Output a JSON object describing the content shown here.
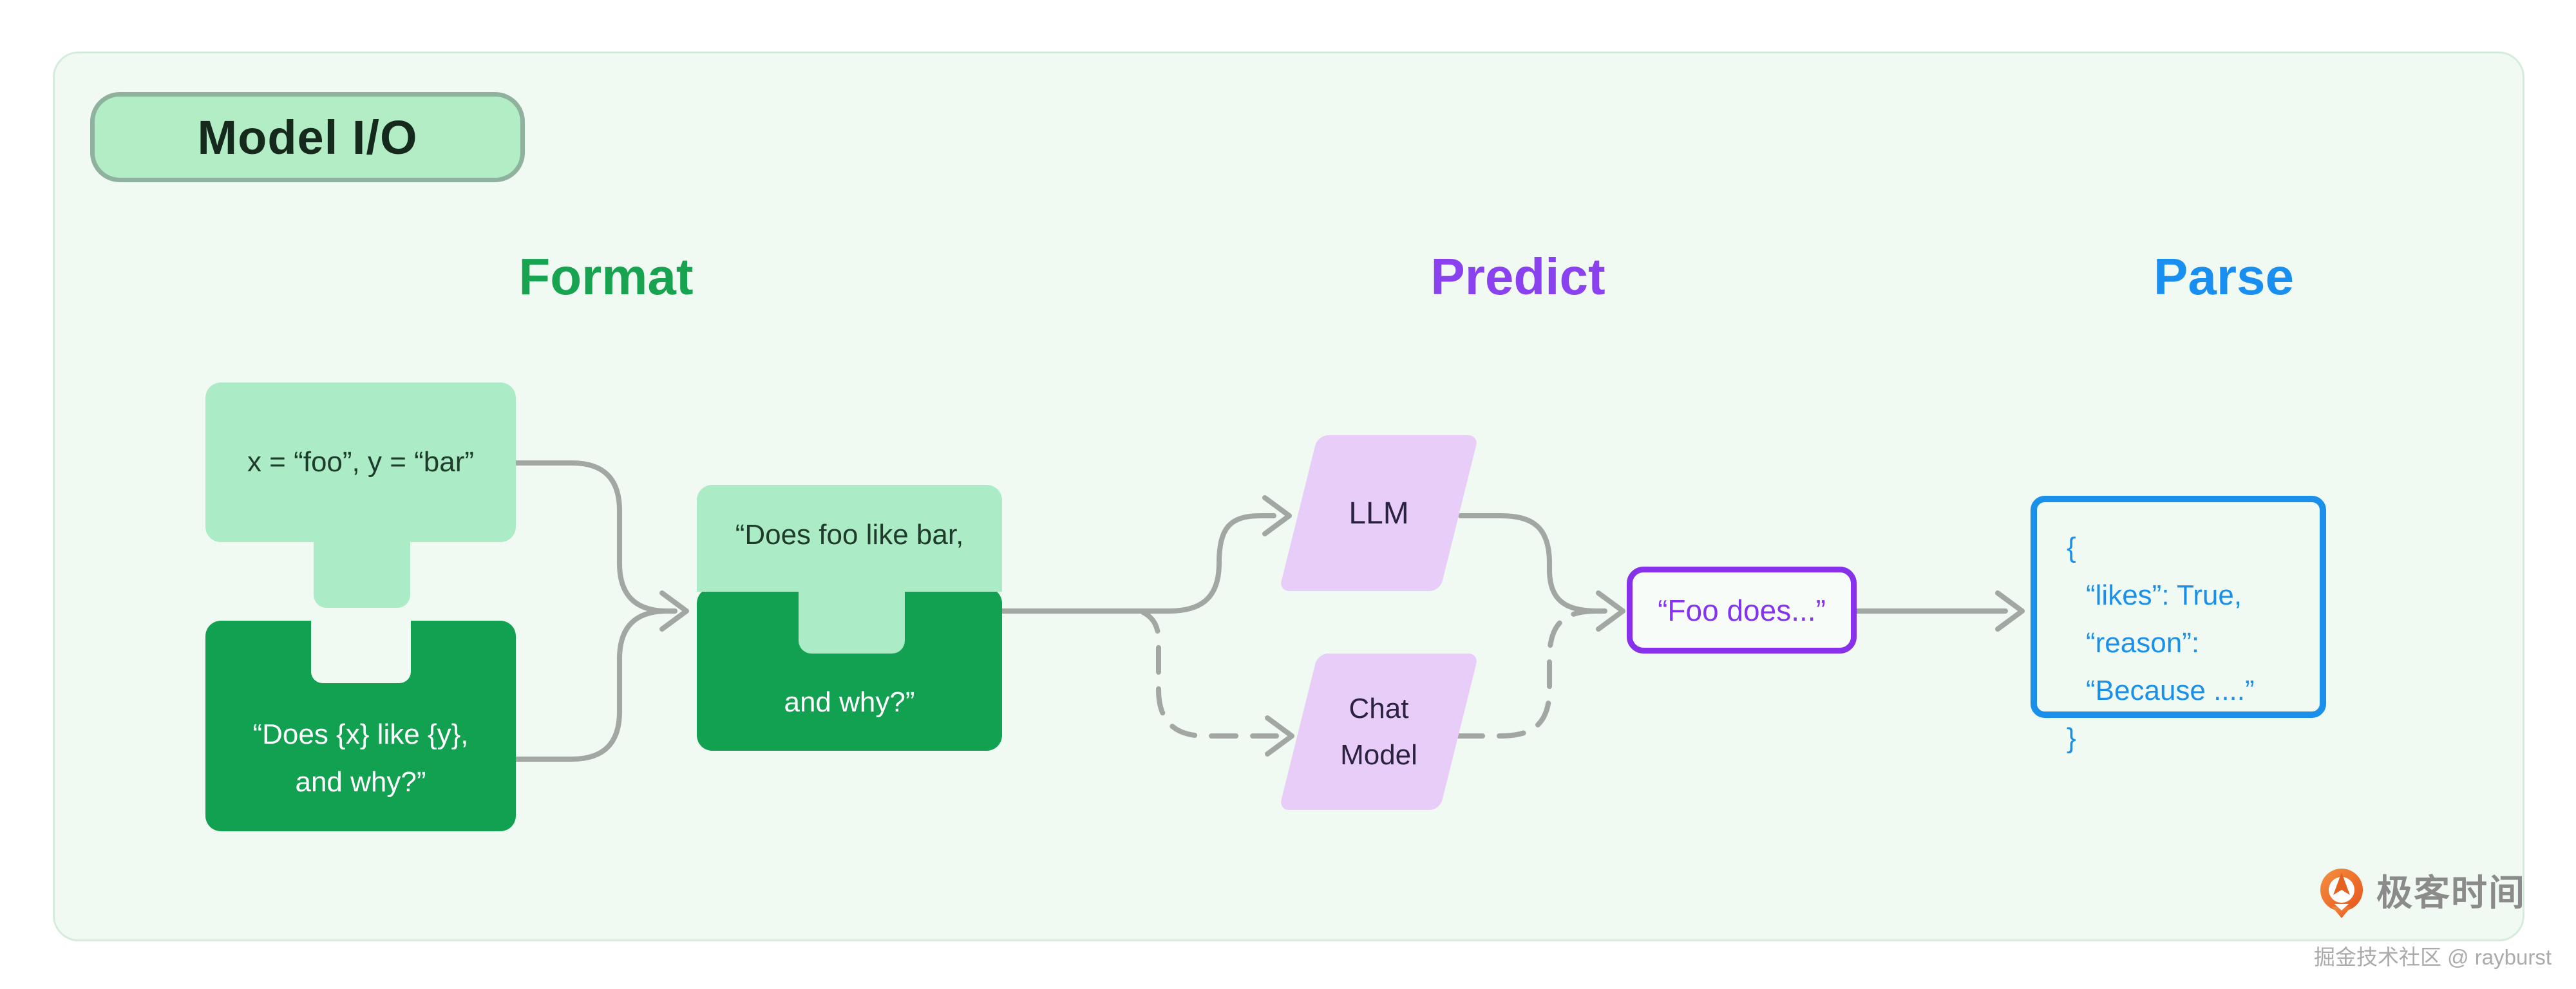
{
  "card": {
    "bg": "#f0faf2",
    "border": "#d5ecdc"
  },
  "badge": {
    "label": "Model I/O",
    "bg": "#b2edc6",
    "border": "#8fb29e",
    "text_color": "#15291d"
  },
  "columns": [
    {
      "id": "format",
      "label": "Format",
      "color": "#18a351"
    },
    {
      "id": "predict",
      "label": "Predict",
      "color": "#8a41f0"
    },
    {
      "id": "parse",
      "label": "Parse",
      "color": "#1a8ff2"
    }
  ],
  "format_section": {
    "values_block": {
      "text": "x = “foo”, y = “bar”",
      "bg": "#abebc6",
      "text_color": "#1e3b2c"
    },
    "template_block": {
      "line1": "“Does {x} like {y},",
      "line2": "and why?”",
      "bg": "#12a150",
      "text_color": "#ffffff"
    },
    "merged_block": {
      "line1": "“Does foo like bar,",
      "line2": "and why?”"
    }
  },
  "predict_section": {
    "llm_label": "LLM",
    "chat_model_line1": "Chat",
    "chat_model_line2": "Model",
    "shape_bg": "#e8cdf9",
    "text_color": "#2b2240",
    "output_text": "“Foo does...”",
    "output_border": "#8732ea",
    "output_color": "#8433f0"
  },
  "parse_section": {
    "border": "#1b90ea",
    "text_color": "#1b90ea",
    "lines": [
      "{",
      "“likes”: True,",
      "“reason”: “Because ....”",
      "}"
    ]
  },
  "connectors": {
    "color": "#a3a7a4",
    "style_solid": "solid",
    "style_alternate": "dashed"
  },
  "footer": {
    "logo_text": "极客时间",
    "logo_color": "#8b8b8b",
    "logo_orange": "#ed6a24",
    "attribution": "掘金技术社区 @ rayburst",
    "attribution_color": "#a9aca9"
  }
}
